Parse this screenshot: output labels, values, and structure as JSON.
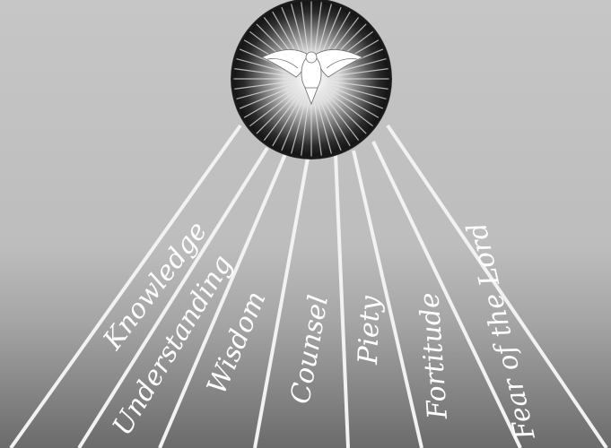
{
  "gifts": [
    {
      "label": "Knowledge"
    },
    {
      "label": "Understanding"
    },
    {
      "label": "Wisdom"
    },
    {
      "label": "Counsel"
    },
    {
      "label": "Piety"
    },
    {
      "label": "Fortitude"
    },
    {
      "label": "Fear of the Lord"
    }
  ],
  "emblem": {
    "icon": "dove-icon"
  },
  "colors": {
    "background_top": "#c4c4c4",
    "background_bottom": "#6e6e6e",
    "rays": "#f2f2f2",
    "text": "#ffffff",
    "emblem_dark": "#1c1c1c"
  }
}
